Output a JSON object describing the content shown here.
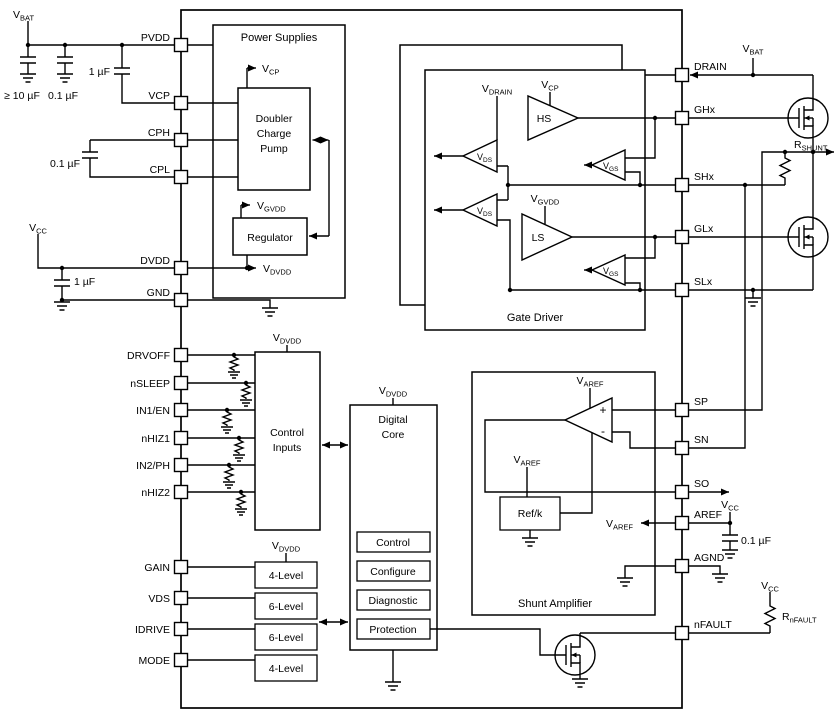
{
  "pins": {
    "left": [
      "PVDD",
      "VCP",
      "CPH",
      "CPL",
      "DVDD",
      "GND",
      "DRVOFF",
      "nSLEEP",
      "IN1/EN",
      "nHIZ1",
      "IN2/PH",
      "nHIZ2",
      "GAIN",
      "VDS",
      "IDRIVE",
      "MODE"
    ],
    "right": [
      "DRAIN",
      "GHx",
      "SHx",
      "GLx",
      "SLx",
      "SP",
      "SN",
      "SO",
      "AREF",
      "AGND",
      "nFAULT"
    ]
  },
  "signals": {
    "vbat": {
      "base": "V",
      "sub": "BAT"
    },
    "vcc": {
      "base": "V",
      "sub": "CC"
    },
    "vcp": {
      "base": "V",
      "sub": "CP"
    },
    "vgvdd": {
      "base": "V",
      "sub": "GVDD"
    },
    "vdvdd": {
      "base": "V",
      "sub": "DVDD"
    },
    "vdrain": {
      "base": "V",
      "sub": "DRAIN"
    },
    "vds": {
      "base": "V",
      "sub": "DS"
    },
    "vgs": {
      "base": "V",
      "sub": "GS"
    },
    "varef": {
      "base": "V",
      "sub": "AREF"
    },
    "rshunt": {
      "base": "R",
      "sub": "SHUNT"
    },
    "rnfault": {
      "base": "R",
      "sub": "nFAULT"
    }
  },
  "components": {
    "bulk_cap": "≥ 10 µF",
    "cap_100n": "0.1 µF",
    "cap_1u": "1 µF"
  },
  "blocks": {
    "power_supplies": "Power Supplies",
    "doubler": [
      "Doubler",
      "Charge",
      "Pump"
    ],
    "regulator": "Regulator",
    "gate_driver": "Gate Driver",
    "hs": "HS",
    "ls": "LS",
    "control_inputs": [
      "Control",
      "Inputs"
    ],
    "digital_core": [
      "Digital",
      "Core"
    ],
    "core_functions": [
      "Control",
      "Configure",
      "Diagnostic",
      "Protection"
    ],
    "level_inputs": [
      "4-Level",
      "6-Level",
      "6-Level",
      "4-Level"
    ],
    "shunt_amplifier": "Shunt Amplifier",
    "ref_k": "Ref/k",
    "plus": "+",
    "minus": "-"
  }
}
